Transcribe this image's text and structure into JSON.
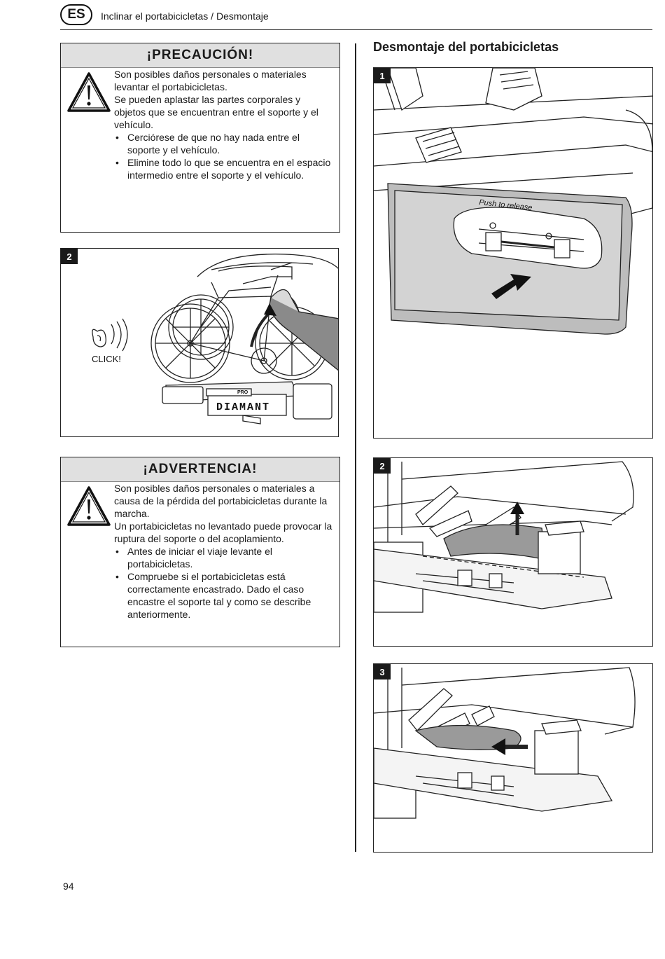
{
  "header": {
    "lang": "ES",
    "title": "Inclinar el portabicicletas / Desmontaje"
  },
  "caution": {
    "title": "¡PRECAUCIÓN!",
    "p1": "Son posibles daños personales o materiales levantar el portabicicletas.",
    "p2": "Se pueden aplastar las partes corporales y objetos que se encuentran entre el soporte y el vehículo.",
    "bullets": [
      "Cerciórese de que no hay nada entre el soporte y el vehículo.",
      "Elimine todo lo que se encuentra en el espacio intermedio entre el soporte y el vehículo."
    ]
  },
  "figure_left": {
    "number": "2",
    "click_label": "CLICK!",
    "brand_small": "PRO",
    "plate_text": "DIAMANT"
  },
  "warning": {
    "title": "¡ADVERTENCIA!",
    "p1": "Son posibles daños personales o materiales a causa de la pérdida del portabicicletas durante la marcha.",
    "p2": "Un portabicicletas no levantado puede provocar la ruptura del soporte o del acoplamiento.",
    "bullets": [
      "Antes de iniciar el viaje levante el portabicicletas.",
      "Compruebe si el portabicicletas está correctamente encastrado. Dado el caso encastre el soporte tal y como se describe anteriormente."
    ]
  },
  "section": {
    "heading": "Desmontaje del portabicicletas"
  },
  "figures_right": [
    {
      "number": "1",
      "label": "Push to release"
    },
    {
      "number": "2"
    },
    {
      "number": "3"
    }
  ],
  "footer": {
    "page_number": "94"
  },
  "colors": {
    "header_band": "#e0e0e0",
    "badge_bg": "#1a1a1a"
  }
}
